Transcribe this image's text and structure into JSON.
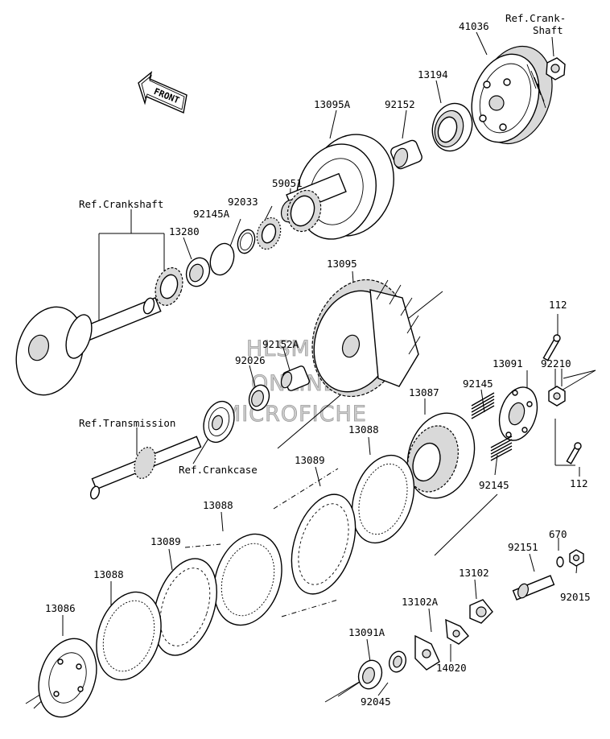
{
  "front_label": "FRONT",
  "watermark": [
    "HLSM",
    "ONLINE",
    "MICROFICHE"
  ],
  "parts": {
    "p41036": "41036",
    "ref_crank_shaft_1": "Ref.Crank-",
    "ref_crank_shaft_2": "Shaft",
    "p13194": "13194",
    "p92152": "92152",
    "p13095A": "13095A",
    "p59051": "59051",
    "p92033": "92033",
    "p92145A": "92145A",
    "p13280": "13280",
    "ref_crankshaft": "Ref.Crankshaft",
    "p13095": "13095",
    "p92152A": "92152A",
    "p92026": "92026",
    "ref_transmission": "Ref.Transmission",
    "ref_crankcase": "Ref.Crankcase",
    "p112_top": "112",
    "p13091": "13091",
    "p92210": "92210",
    "p92145_top": "92145",
    "p13087": "13087",
    "p92145_bottom": "92145",
    "p112_bottom": "112",
    "p13088_right": "13088",
    "p13089_mid": "13089",
    "p13088_mid": "13088",
    "p13089_left": "13089",
    "p13088_left": "13088",
    "p13086": "13086",
    "p670": "670",
    "p92151": "92151",
    "p92015": "92015",
    "p13102": "13102",
    "p13102A": "13102A",
    "p14020": "14020",
    "p13091A": "13091A",
    "p92045": "92045"
  }
}
